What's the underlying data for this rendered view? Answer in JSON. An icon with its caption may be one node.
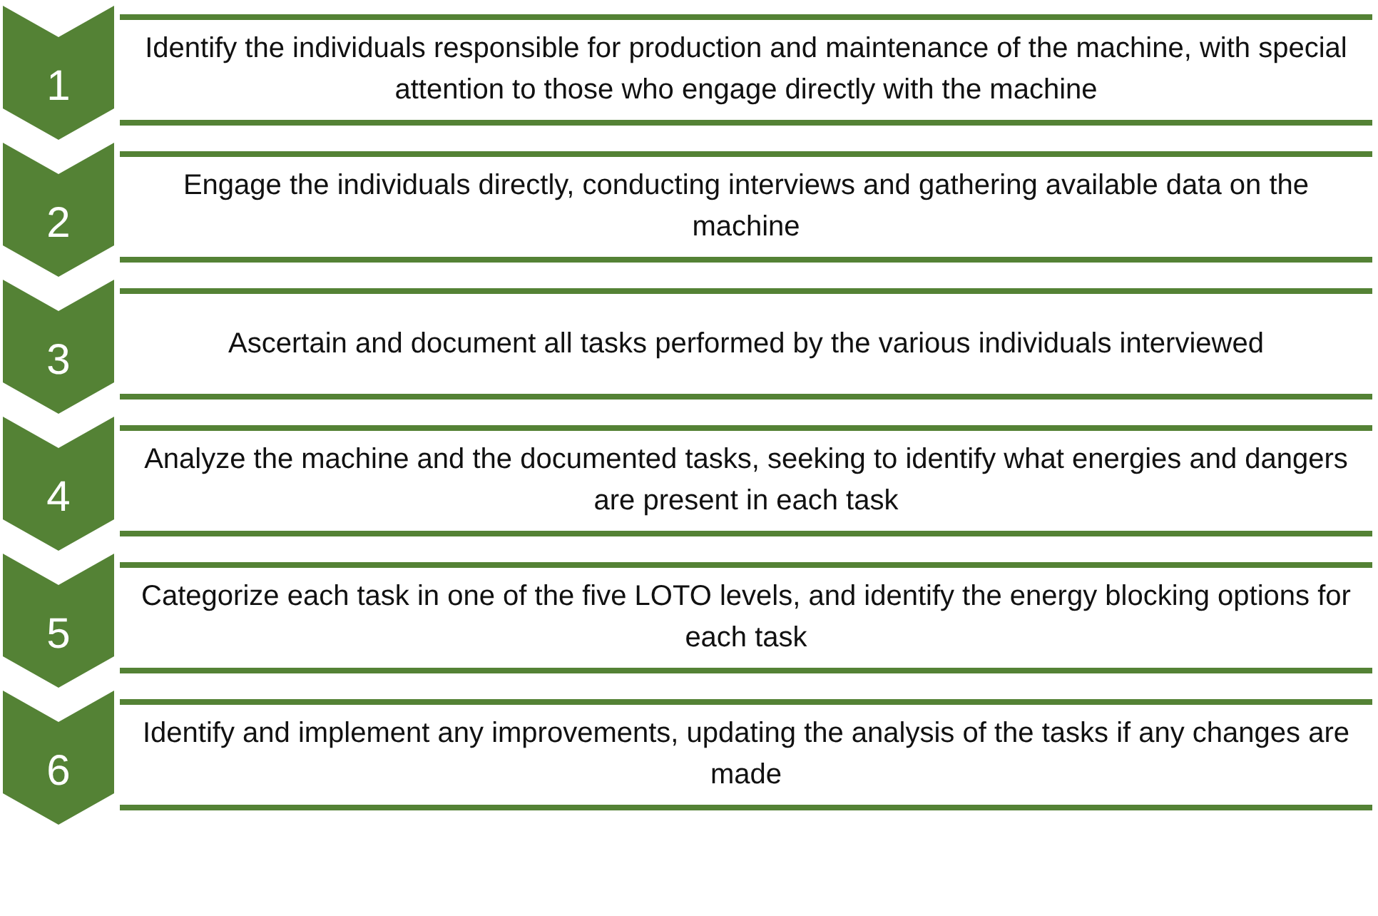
{
  "diagram": {
    "nodes": [
      {
        "text": [
          "1"
        ]
      },
      {
        "text": [
          "Identify the individuals responsible for production and maintenance of the machine, with special attention to those who engage directly with the machine"
        ]
      },
      {
        "text": [
          "2"
        ]
      },
      {
        "text": [
          "Engage the individuals directly, conducting interviews and gathering available data on the machine"
        ]
      },
      {
        "text": [
          "3"
        ]
      },
      {
        "text": [
          "Ascertain and document all tasks performed by the various individuals interviewed"
        ]
      },
      {
        "text": [
          "4"
        ]
      },
      {
        "text": [
          "Analyze the machine and the documented tasks, seeking to identify what energies and dangers are present in each task"
        ]
      },
      {
        "text": [
          "5"
        ]
      },
      {
        "text": [
          "Categorize each task in one of the five LOTO levels, and identify the energy blocking options for each task"
        ]
      },
      {
        "text": [
          "6"
        ]
      },
      {
        "text": [
          "Identify and implement any improvements, updating the analysis of the tasks if any changes are made"
        ]
      }
    ]
  }
}
